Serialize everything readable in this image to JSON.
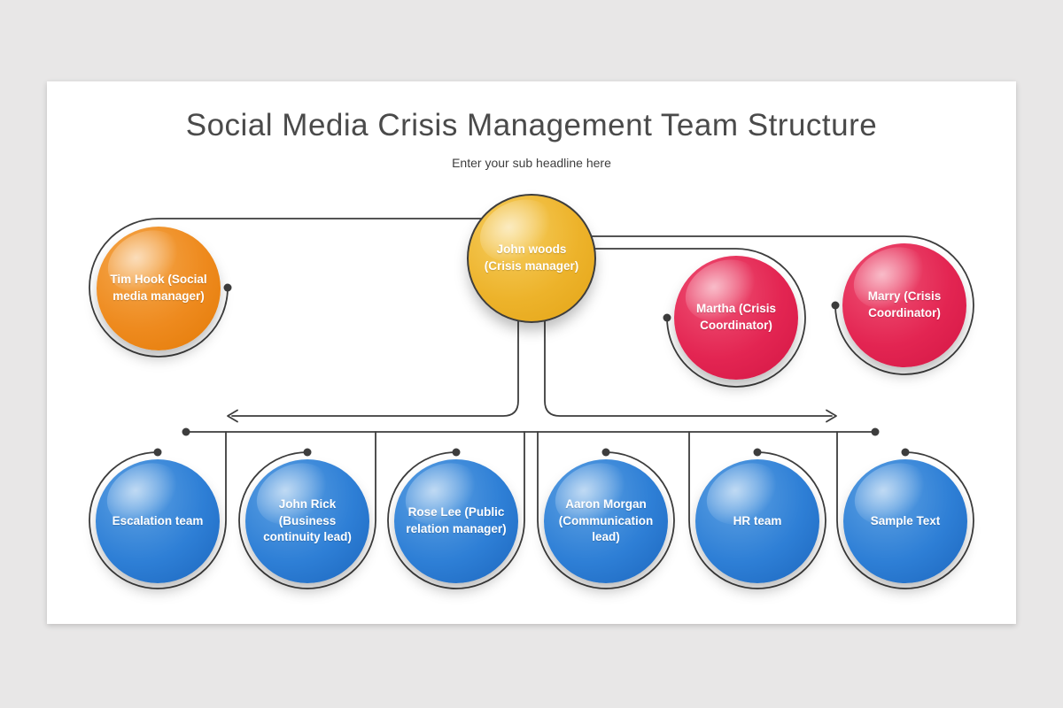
{
  "title": "Social Media Crisis Management Team Structure",
  "subtitle": "Enter your sub headline here",
  "colors": {
    "background": "#E8E7E7",
    "slide": "#FFFFFF",
    "line": "#3D3D3D",
    "title_text": "#4A4A4A",
    "subtitle_text": "#3D3D3D",
    "node_text": "#FFFFFF",
    "gold": "#EDB32B",
    "gold_light": "#F6CE60",
    "gold_dark": "#E3A416",
    "orange": "#EE8A1E",
    "orange_light": "#F5A94F",
    "orange_dark": "#E37A06",
    "pink": "#E32552",
    "pink_light": "#EF5375",
    "pink_dark": "#D31644",
    "blue": "#2E7FD6",
    "blue_light": "#5EA1E2",
    "blue_dark": "#1C66BD"
  },
  "nodes": {
    "manager": {
      "label": "John woods (Crisis manager)",
      "color": "#EDB32B"
    },
    "social": {
      "label": "Tim Hook (Social media manager)",
      "color": "#EE8A1E"
    },
    "coordinator1": {
      "label": "Martha (Crisis Coordinator)",
      "color": "#E32552"
    },
    "coordinator2": {
      "label": "Marry (Crisis Coordinator)",
      "color": "#E32552"
    },
    "team1": {
      "label": "Escalation team",
      "color": "#2E7FD6"
    },
    "team2": {
      "label": "John Rick (Business continuity lead)",
      "color": "#2E7FD6"
    },
    "team3": {
      "label": "Rose Lee (Public relation manager)",
      "color": "#2E7FD6"
    },
    "team4": {
      "label": "Aaron Morgan (Communication lead)",
      "color": "#2E7FD6"
    },
    "team5": {
      "label": "HR team",
      "color": "#2E7FD6"
    },
    "team6": {
      "label": "Sample Text",
      "color": "#2E7FD6"
    }
  }
}
